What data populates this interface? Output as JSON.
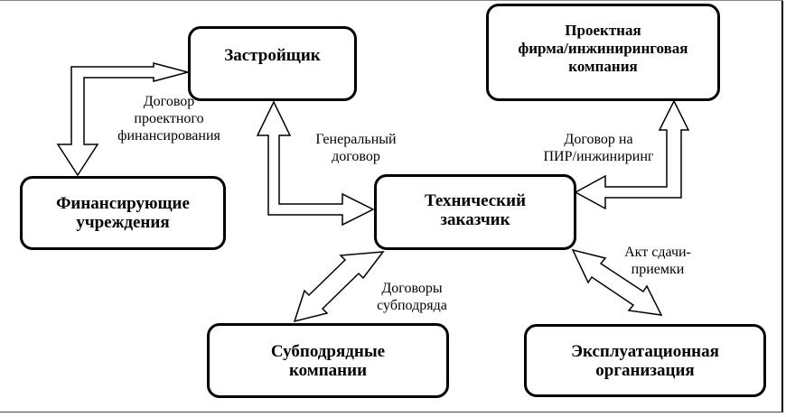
{
  "nodes": {
    "developer": "Застройщик",
    "design_firm": "Проектная\nфирма/инжиниринговая\nкомпания",
    "finance": "Финансирующие\nучреждения",
    "tech_customer": "Технический\nзаказчик",
    "subcontractors": "Субподрядные\nкомпании",
    "operator": "Эксплуатационная\nорганизация"
  },
  "edges": {
    "project_financing": "Договор\nпроектного\nфинансирования",
    "general_contract": "Генеральный\nдоговор",
    "design_contract": "Договор на\nПИР/инжиниринг",
    "acceptance_act": "Акт сдачи-\nприемки",
    "subcontracts": "Договоры\nсубподряда"
  }
}
